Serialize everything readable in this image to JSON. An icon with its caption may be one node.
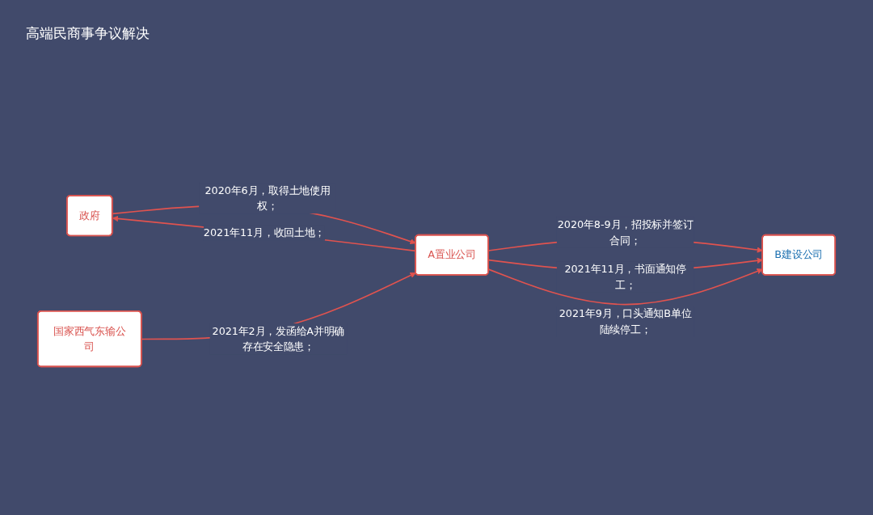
{
  "diagram": {
    "title": "高端民商事争议解决",
    "nodes": [
      {
        "text": [
          "政府"
        ]
      },
      {
        "text": [
          "A置业公司"
        ]
      },
      {
        "text": [
          "B建设公司"
        ]
      },
      {
        "text": [
          "国家西气东输公司"
        ]
      }
    ],
    "edges": [
      {
        "from": 0,
        "to": 1,
        "arrow": "to",
        "label": "2020年6月，取得土地使用权；"
      },
      {
        "from": 1,
        "to": 0,
        "arrow": "to",
        "label": "2021年11月，收回土地；"
      },
      {
        "from": 1,
        "to": 2,
        "arrow": "to",
        "label": "2020年8-9月，招投标并签订合同；"
      },
      {
        "from": 1,
        "to": 2,
        "arrow": "to",
        "label": "2021年11月，书面通知停工；"
      },
      {
        "from": 3,
        "to": 1,
        "arrow": "to",
        "label": "2021年2月，发函给A并明确存在安全隐患；"
      },
      {
        "from": 1,
        "to": 2,
        "arrow": "to",
        "label": "2021年9月，口头通知B单位陆续停工；"
      }
    ]
  }
}
